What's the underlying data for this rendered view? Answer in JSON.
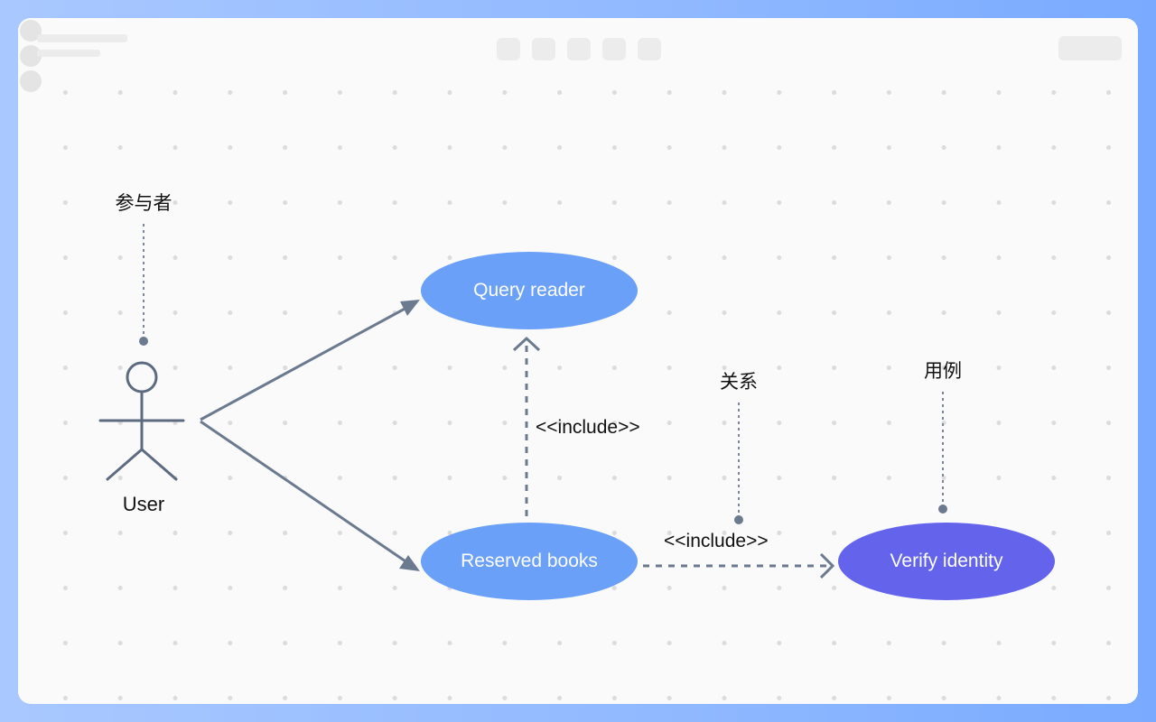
{
  "diagram": {
    "actor": {
      "label": "User",
      "annotation": "参与者"
    },
    "use_cases": [
      {
        "id": "query-reader",
        "label": "Query reader",
        "color": "#6aa0f8"
      },
      {
        "id": "reserved-books",
        "label": "Reserved books",
        "color": "#6aa0f8"
      },
      {
        "id": "verify-identity",
        "label": "Verify identity",
        "color": "#6366ee"
      }
    ],
    "relations": [
      {
        "from": "reserved-books",
        "to": "query-reader",
        "label": "<<include>>"
      },
      {
        "from": "reserved-books",
        "to": "verify-identity",
        "label": "<<include>>"
      }
    ],
    "annotations": {
      "relation": "关系",
      "use_case": "用例"
    },
    "colors": {
      "line": "#6b7a8f",
      "actor": "#5d6b80",
      "annotation_line": "#7d8797"
    }
  }
}
